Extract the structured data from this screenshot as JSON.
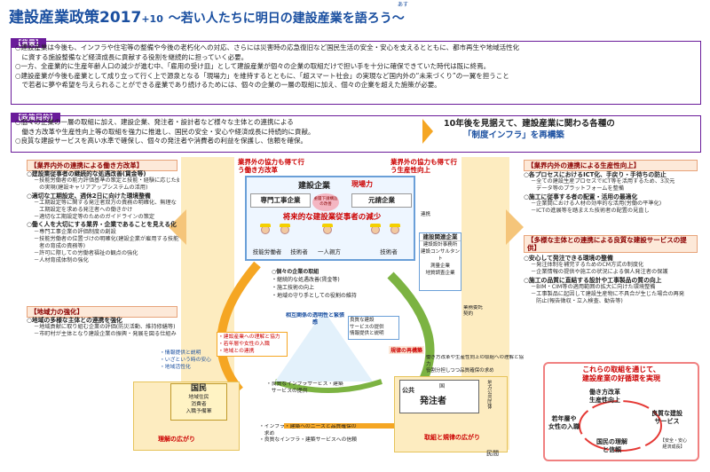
{
  "title": {
    "main": "建設産業政策2017",
    "plus": "+10",
    "sub": "〜若い人たちに明日の建設産業を語ろう〜",
    "ruby": "あす"
  },
  "background": {
    "tag": "【背景】",
    "lines": [
      "○建設産業は今後も、インフラや住宅等の整備や今後の老朽化への対応、さらには災害時の応急復旧など国民生活の安全・安心を支えるとともに、都市再生や地域活性化",
      "　に資する施設整備など経済成長に貢献する役割を継続的に担っていく必要。",
      "○一方、全産業的に生産年齢人口の減少が進む中、「雇用の受け皿」として建設産業が個々の企業の取組だけで担い手を十分に確保できていた時代は既に終焉。",
      "○建設産業が今後も産業として成り立って行く上で源泉となる「現場力」を維持するとともに、「超スマート社会」の実現など国内外の“未来づくり”の一翼を担うこと",
      "　で若者に夢や希望を与えられることができる産業であり続けるためには、個々の企業の一層の取組に加え、個々の企業を超えた施策が必要。"
    ]
  },
  "direction": {
    "tag": "【政策目的】",
    "lines": [
      "○個々の企業の一層の取組に加え、建設企業、発注者・設計者など様々な主体との連携による",
      "　働き方改革や生産性向上等の取組を強力に推進し、国民の安全・安心や経済成長に持続的に貢献。",
      "○良質な建設サービスを高い水準で確保し、個々の発注者や消費者の利益を保護し、信頼を確保。"
    ],
    "right1": "10年後を見据えて、建設産業に関わる各種の",
    "right2": "「制度インフラ」を再構築"
  },
  "left": {
    "h1": "【業界内外の連携による働き方改革】",
    "b1": [
      {
        "t": "○建設業従事者の継続的な処遇改善(賃金等)",
        "c": "h"
      },
      {
        "t": "－技能労働者の能力評価基準の策定と技能・経験に応じた処遇",
        "c": "i"
      },
      {
        "t": "　の実現(建設キャリアアップシステムの活用)",
        "c": "i"
      },
      {
        "t": "○適切な工期設定、週休2日に向けた環境整備",
        "c": "h"
      },
      {
        "t": "－工期設定等に関する発注者双方の責務の明確化、無理な",
        "c": "i"
      },
      {
        "t": "　工期設定を求める発注者への働きかけ",
        "c": "i"
      },
      {
        "t": "－適切な工期設定等のためのガイドラインの策定",
        "c": "i"
      },
      {
        "t": "○働く人を大切にする業界・企業であることを見える化",
        "c": "h"
      },
      {
        "t": "－専門工事企業の評価制度の創設",
        "c": "i"
      },
      {
        "t": "－技能労働者の位置づけの明確化(建設企業が雇用する技能労働",
        "c": "i"
      },
      {
        "t": "　者の育成の責務等)",
        "c": "i"
      },
      {
        "t": "－許可に際しての労働者福祉の観点の強化",
        "c": "i"
      },
      {
        "t": "－人材育成体制の強化",
        "c": "i"
      }
    ],
    "h2": "【地域力の強化】",
    "b2": [
      {
        "t": "○地域の多様な主体との連携を強化",
        "c": "h"
      },
      {
        "t": "－地域貢献に取り組む企業の評価(防災活動、維持修繕等)",
        "c": "i"
      },
      {
        "t": "－市町村が主体となり建設企業の振興・発展を図る仕組み",
        "c": "i"
      }
    ]
  },
  "right": {
    "h1": "【業界内外の連携による生産性向上】",
    "b1": [
      {
        "t": "○各プロセスにおけるICT化、手戻り・手待ちの防止",
        "c": "h"
      },
      {
        "t": "－全ての建設生産プロセスでICT等を活用するため、3次元",
        "c": "i"
      },
      {
        "t": "　データ等のプラットフォームを整備",
        "c": "i"
      },
      {
        "t": "○施工に従事する者の配置・活用の最適化",
        "c": "h"
      },
      {
        "t": "－企業間における人材の効率的な活用(労働の平準化)",
        "c": "i"
      },
      {
        "t": "－ICTの進展等を踏まえた技術者の配置の見直し",
        "c": "i"
      }
    ],
    "h2": "【多様な主体との連携による良質な建設サービスの提供】",
    "b2": [
      {
        "t": "○安心して発注できる環境の整備",
        "c": "h"
      },
      {
        "t": "－発注体制を補完するためのCM方式の制度化",
        "c": "i"
      },
      {
        "t": "－企業情報の提供や施工の状況による個人発注者の保護",
        "c": "i"
      },
      {
        "t": "○施工の品質に直結する設計や工事製品の質の向上",
        "c": "h"
      },
      {
        "t": "－BIM・CIM等の適用範囲の拡大に向けた環境整備",
        "c": "i"
      },
      {
        "t": "－工事製品に起因して建設生産物に不具合が生じた場合の再発",
        "c": "i"
      },
      {
        "t": "　防止(報告徴収・立入検査、勧告等)",
        "c": "i"
      }
    ]
  },
  "center": {
    "arrow_left": "業界外の協力も得て行う働き方改革",
    "arrow_right": "業界外の協力も得て行う生産性向上",
    "company_title": "建設企業",
    "genba": "現場力",
    "badge": "重層下請構造の改善",
    "senmon": "専門工事企業",
    "motouke": "元請企業",
    "decline": "将来的な建設業従事者の減少",
    "ginou": "技能労働者",
    "gijutsu1": "技術者",
    "oyakata": "一人親方",
    "gijutsu2": "技術者",
    "renkei": "連携",
    "kanren_title": "建設関連企業",
    "kanren_list": [
      "建設設計事務所",
      "建設コンサルタント",
      "測量企業",
      "地質調査企業"
    ],
    "center_list": [
      "○個々の企業の取組",
      "・継続的な処遇改善(賃金等)",
      "・施工技術の向上",
      "・地域の守り手としての役割の維持"
    ],
    "roles": "相互関係の透明性と緊張感",
    "kenkyu": [
      "良質な建設",
      "サービスの提供",
      "情報提供と説明"
    ],
    "kibo": "規律の再構築",
    "mid_right": [
      "働き方改革や生産性向上の取組への理解と協力",
      "役割分担しつつ品質確保の求め"
    ],
    "keiyaku": "業務委託契約",
    "left_arrows": [
      "・建設産業への理解と協力",
      "・若年層や女性の入職",
      "・地域との連携"
    ],
    "left_small": [
      "・情報提供と説明",
      "・いざという時の安心",
      "・地域活性化"
    ],
    "kokumin": "国民",
    "kokumin_sub": [
      "地域住民",
      "消費者",
      "入職予備軍"
    ],
    "mid_bottom1": [
      "・良質なインフラサービス・建築",
      "　サービスの提供"
    ],
    "mid_bottom2": [
      "・インフラ・建築へのニーズと品質確保の",
      "　求め",
      "・良質なインフラ・建築サービスへの信頼"
    ],
    "koukyo": "公共",
    "kuni": "国",
    "hacchusha": "発注者",
    "chihou": "地方公共団体",
    "minkan": "民間",
    "rikai": "理解の広がり",
    "kiritsu": "取組と規律の広がり"
  },
  "cycle": {
    "head1": "これらの取組を通じて、",
    "head2": "建設産業の好循環を実現",
    "n1": "働き方改革",
    "n1b": "生産性向上",
    "n2": "良質な建設",
    "n2b": "サービス",
    "n3": "若年層や",
    "n3b": "女性の入職",
    "n4": "国民の理解",
    "n4b": "と信頼",
    "n5": "【安全・安心",
    "n5b": "経済成長】"
  },
  "colors": {
    "title": "#1a4fa0",
    "frame": "#6a1b9a",
    "accent_red": "#c00000",
    "arrow_green": "#7cb342",
    "arrow_orange": "#f5a623"
  }
}
